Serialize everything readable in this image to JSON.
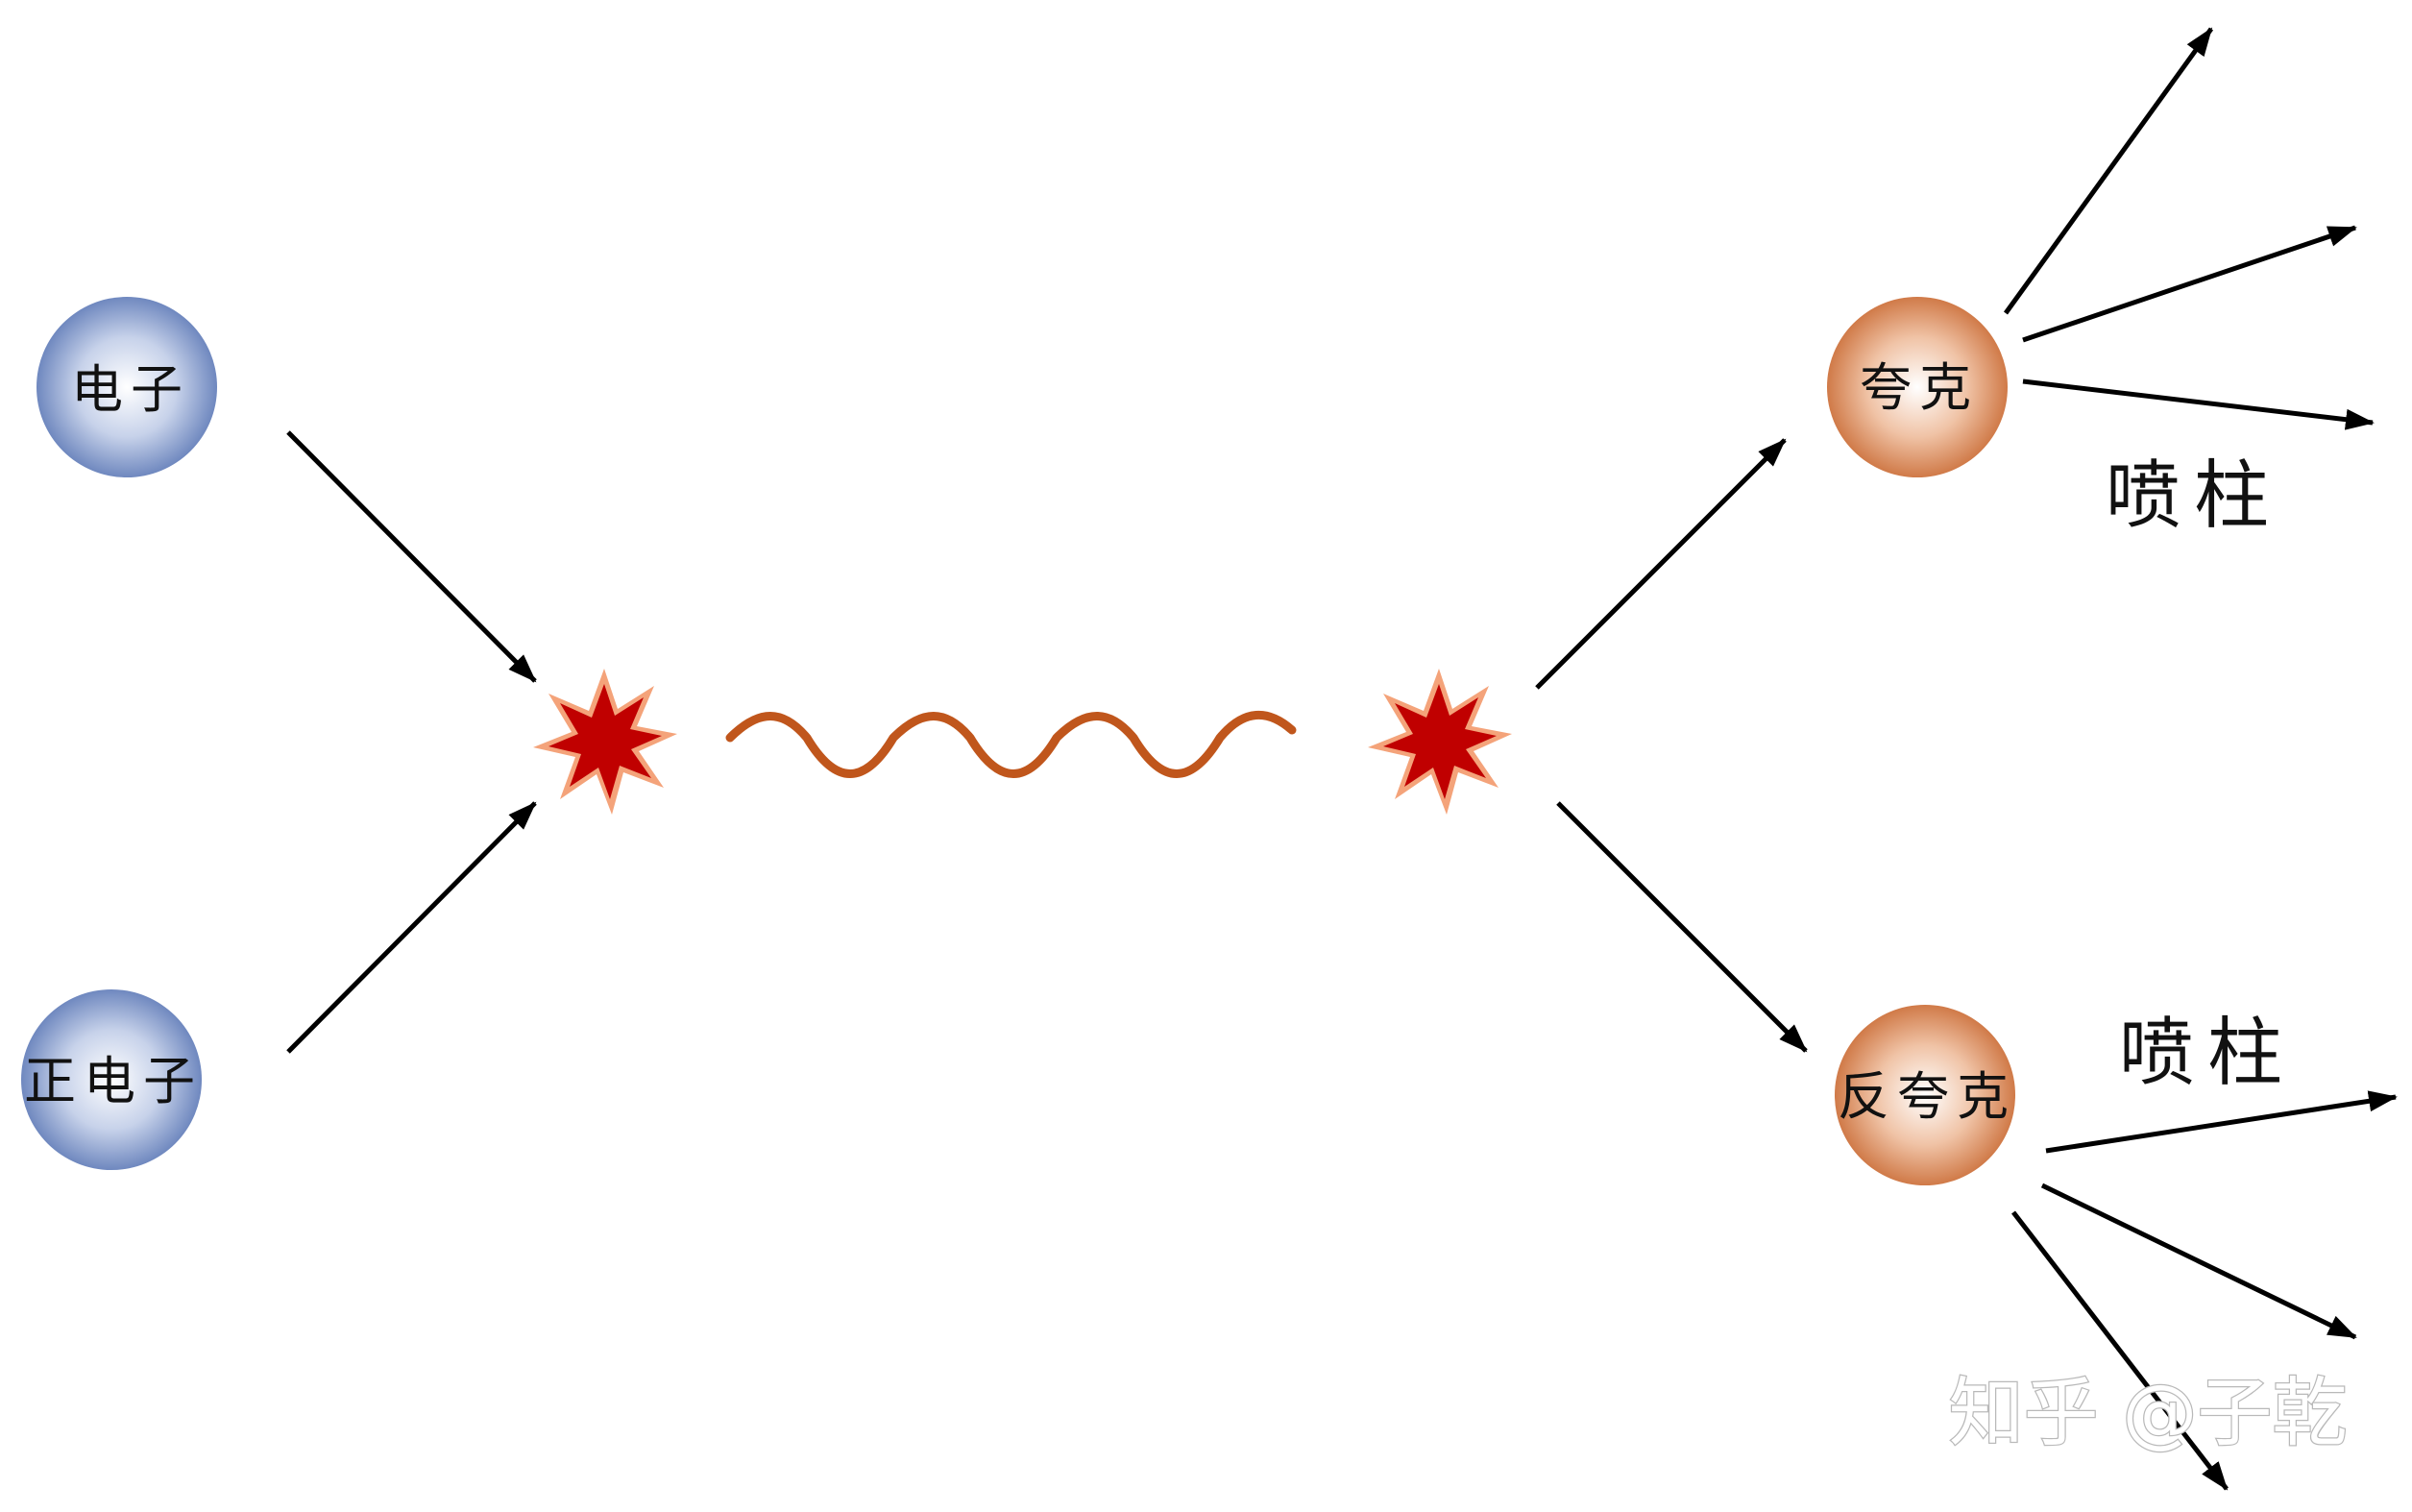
{
  "particles": {
    "electron": "电子",
    "positron": "正电子",
    "quark": "夸克",
    "antiquark": "反夸克"
  },
  "jets": {
    "upper": "喷柱",
    "lower": "喷柱"
  },
  "watermark": "知乎 @子乾",
  "colors": {
    "lepton": "#7d95c4",
    "quark": "#d98b5f",
    "collision": "#c00000",
    "collision_halo": "#f4a37a",
    "photon": "#c0561c",
    "arrow": "#000000"
  }
}
